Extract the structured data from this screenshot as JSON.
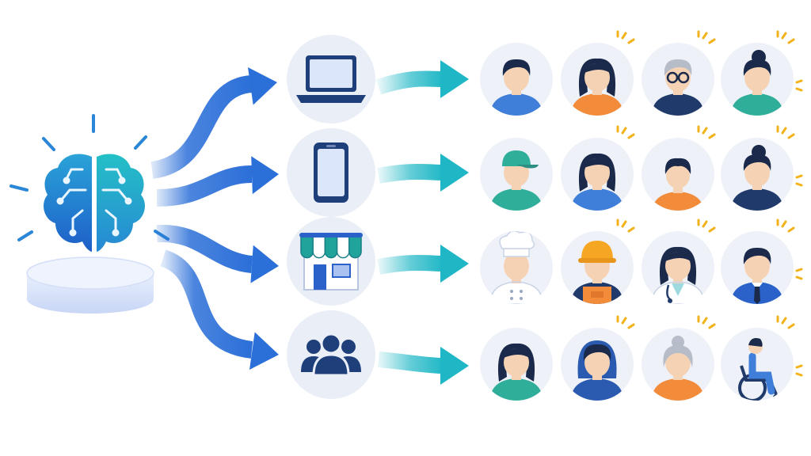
{
  "colors": {
    "background": "#ffffff",
    "brain_blue": "#1e6fd0",
    "brain_teal": "#20b3c4",
    "pedestal": "#dbe5fb",
    "arrow_blue": "#2b6fd8",
    "arrow_teal": "#1fb7c6",
    "channel_circle": "#e9eef7",
    "channel_icon": "#1f3f7a",
    "person_circle": "#eef2f8",
    "skin": "#f6d2b5",
    "hair": "#1b2a4a",
    "spark": "#f2b21b"
  },
  "source": {
    "icon": "brain-circuit-icon"
  },
  "channels": [
    {
      "icon": "laptop-icon"
    },
    {
      "icon": "smartphone-icon"
    },
    {
      "icon": "storefront-icon"
    },
    {
      "icon": "community-group-icon"
    }
  ],
  "audience_rows": [
    [
      {
        "persona": "young-man",
        "shirt": "#3f7fd9"
      },
      {
        "persona": "woman-long-hair",
        "shirt": "#f28c3a"
      },
      {
        "persona": "elderly-man-glasses",
        "shirt": "#1f3a6b"
      },
      {
        "persona": "young-woman-bun",
        "shirt": "#2fae9a"
      }
    ],
    [
      {
        "persona": "man-cap",
        "shirt": "#2fae9a"
      },
      {
        "persona": "woman-long-hair",
        "shirt": "#3f7fd9"
      },
      {
        "persona": "child",
        "shirt": "#f28c3a"
      },
      {
        "persona": "woman-bun",
        "shirt": "#1f3a6b"
      }
    ],
    [
      {
        "persona": "chef",
        "shirt": "#ffffff"
      },
      {
        "persona": "construction-worker",
        "shirt": "#f28c3a"
      },
      {
        "persona": "doctor",
        "shirt": "#ffffff"
      },
      {
        "persona": "businessman",
        "shirt": "#2a62c9"
      }
    ],
    [
      {
        "persona": "woman-long-hair",
        "shirt": "#2fae9a"
      },
      {
        "persona": "young-man-hoodie",
        "shirt": "#2a5bb0"
      },
      {
        "persona": "elderly-woman",
        "shirt": "#f28c3a"
      },
      {
        "persona": "wheelchair-user",
        "shirt": "#3f7fd9"
      }
    ]
  ]
}
